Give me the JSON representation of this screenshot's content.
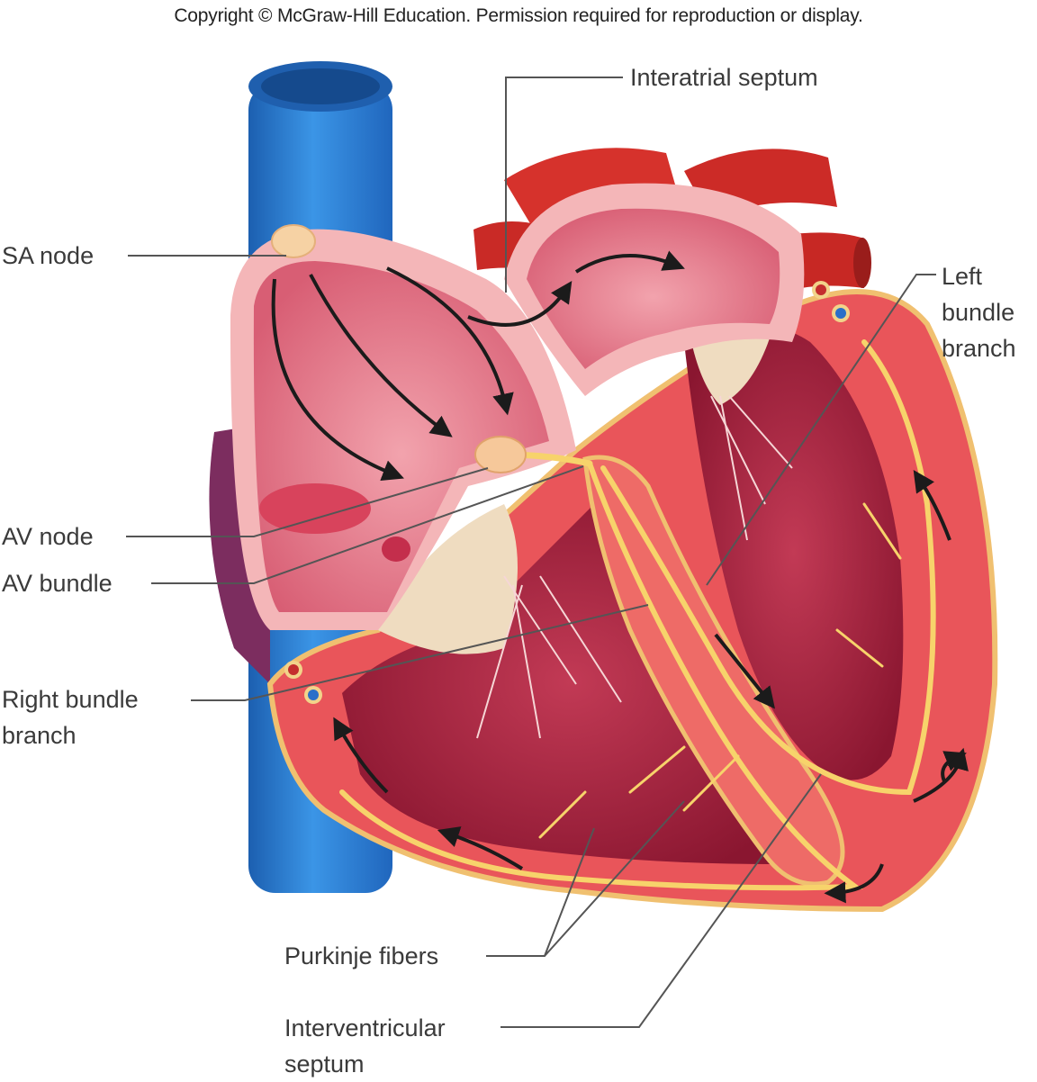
{
  "copyright": "Copyright © McGraw-Hill Education. Permission required for reproduction or display.",
  "labels": {
    "interatrial_septum": "Interatrial septum",
    "sa_node": "SA node",
    "left_bundle_branch": [
      "Left",
      "bundle",
      "branch"
    ],
    "av_node": "AV node",
    "av_bundle": "AV bundle",
    "right_bundle_branch": [
      "Right bundle",
      "branch"
    ],
    "purkinje_fibers": "Purkinje fibers",
    "interventricular_septum": [
      "Interventricular",
      "septum"
    ]
  },
  "colors": {
    "vena_cava": "#2f86d8",
    "aorta": "#d9312b",
    "atrium_wall": "#f4b6b8",
    "chamber": "#e07a8c",
    "myocardium": "#e9555a",
    "conduction": "#f7d36b",
    "leader_line": "#555555"
  }
}
